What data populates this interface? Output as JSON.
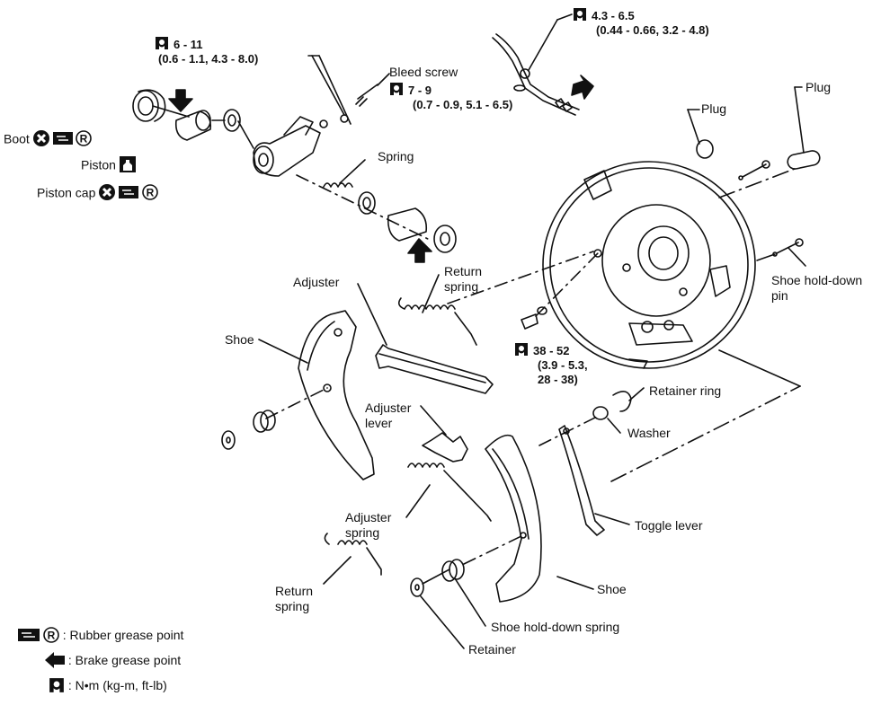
{
  "diagram": {
    "type": "exploded-view",
    "subject": "Rear drum brake assembly",
    "parts": {
      "boot": "Boot",
      "piston": "Piston",
      "piston_cap": "Piston cap",
      "bleed_screw": "Bleed screw",
      "spring": "Spring",
      "plug_1": "Plug",
      "plug_2": "Plug",
      "shoe_hold_down_pin_1": "Shoe hold-down",
      "shoe_hold_down_pin_2": "pin",
      "adjuster": "Adjuster",
      "return_spring_top_1": "Return",
      "return_spring_top_2": "spring",
      "shoe_left": "Shoe",
      "retainer_ring": "Retainer ring",
      "washer": "Washer",
      "adjuster_lever_1": "Adjuster",
      "adjuster_lever_2": "lever",
      "adjuster_spring_1": "Adjuster",
      "adjuster_spring_2": "spring",
      "toggle_lever": "Toggle lever",
      "return_spring_bottom_1": "Return",
      "return_spring_bottom_2": "spring",
      "shoe_right": "Shoe",
      "shoe_hold_down_spring": "Shoe hold-down spring",
      "retainer": "Retainer"
    },
    "torques": {
      "wheel_cyl_bolts": {
        "nm": "6 - 11",
        "alt": "(0.6 - 1.1, 4.3 - 8.0)"
      },
      "bleed_screw": {
        "nm": "7 - 9",
        "alt": "(0.7 - 0.9, 5.1 - 6.5)"
      },
      "brake_line": {
        "nm": "4.3 - 6.5",
        "alt": "(0.44 - 0.66, 3.2 - 4.8)"
      },
      "backing_plate": {
        "nm": "38 - 52",
        "alt1": "(3.9 - 5.3,",
        "alt2": "28 - 38)"
      }
    },
    "symbols": {
      "do_not_reuse": "X",
      "rubber_grease_R": "R"
    },
    "legend": [
      {
        "icon": "rubber-grease-icon",
        "text": ": Rubber grease point"
      },
      {
        "icon": "brake-grease-arrow-icon",
        "text": ": Brake grease point"
      },
      {
        "icon": "torque-wrench-icon",
        "text": ": N•m (kg-m, ft-lb)"
      }
    ]
  }
}
